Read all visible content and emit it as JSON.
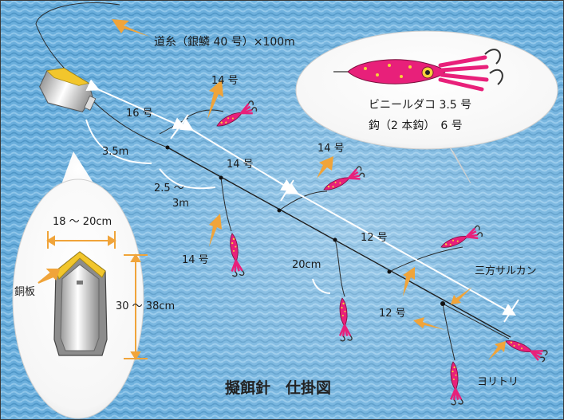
{
  "title": "擬餌針　仕掛図",
  "labels": {
    "main_line": "道糸（銀鱗 40 号）×100m",
    "lure_name": "ビニールダコ 3.5 号",
    "hook_spec": "鈎（2 本鈎）　6 号",
    "branch_14_a": "14 号",
    "seg_16": "16 号",
    "seg_35": "3.5m",
    "branch_14_b": "14 号",
    "seg_14": "14 号",
    "seg_253_top": "2.5 〜",
    "seg_253_bottom": "3m",
    "branch_14_c": "14 号",
    "width_range": "18 〜 20cm",
    "copper": "銅板",
    "height_range": "30 〜 38cm",
    "seg_12_a": "12 号",
    "seg_20cm": "20cm",
    "seg_12_b": "12 号",
    "swivel": "三方サルカン",
    "yoritori": "ヨリトリ"
  },
  "colors": {
    "water": "#6aaedc",
    "line": "#2a2a2a",
    "arrow_white": "#ffffff",
    "arrow_orange": "#f0a43a",
    "lure_pink": "#e8207a",
    "lure_yellow": "#f5d23a",
    "copper_yellow": "#f2c62c"
  }
}
